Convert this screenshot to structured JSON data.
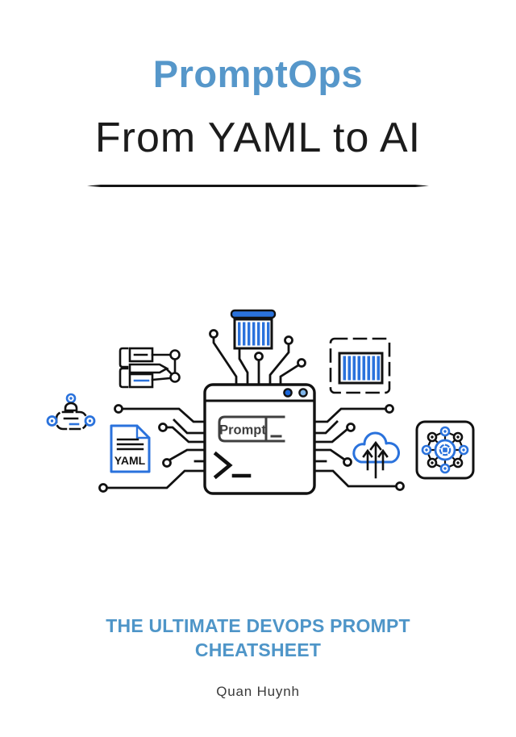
{
  "cover": {
    "title": "PromptOps",
    "subtitle": "From YAML to AI",
    "tagline": "THE ULTIMATE DEVOPS PROMPT CHEATSHEET",
    "author": "Quan Huynh"
  },
  "illustration": {
    "window": {
      "prompt_label": "Prompt"
    },
    "yaml_doc": {
      "label": "YAML"
    },
    "icon_names": [
      "pipeline-icon",
      "robot-icon",
      "yaml-file-icon",
      "container-icon",
      "container-registry-icon",
      "cloud-upload-icon",
      "network-cluster-icon",
      "terminal-window",
      "circuit-traces"
    ]
  },
  "colors": {
    "title_blue": "#5697ca",
    "tagline_blue": "#4e95c8",
    "icon_blue": "#2a72dc",
    "window_dot_dark": "#1a66d9",
    "window_dot_light": "#7fb5e9",
    "prompt_gray": "#3f3f3f",
    "ink": "#111111"
  }
}
